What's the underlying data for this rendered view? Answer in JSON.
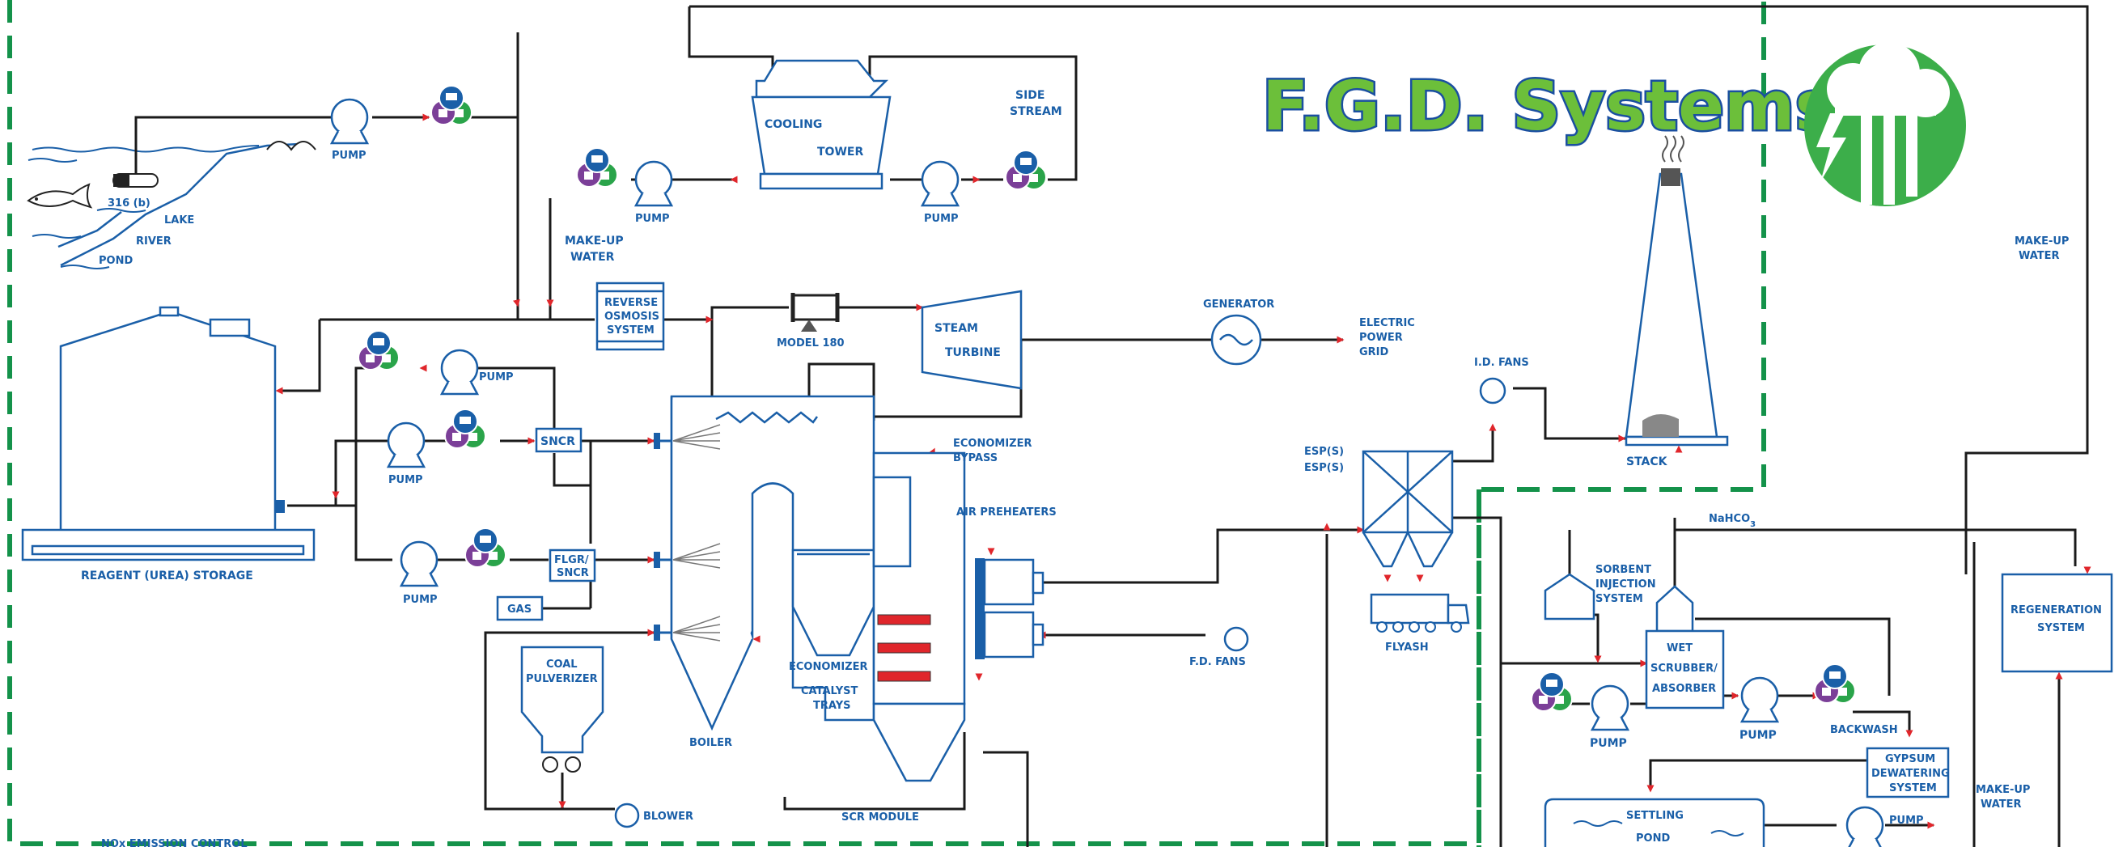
{
  "title": "F.G.D. Systems",
  "labels": {
    "pump": "PUMP",
    "lake": "LAKE",
    "river": "RIVER",
    "pond": "POND",
    "intake_316b": "316 (b)",
    "cooling": "COOLING",
    "tower": "TOWER",
    "side_stream_1": "SIDE",
    "side_stream_2": "STREAM",
    "makeup_water_1": "MAKE-UP",
    "makeup_water_2": "WATER",
    "ro_1": "REVERSE",
    "ro_2": "OSMOSIS",
    "ro_3": "SYSTEM",
    "model_180": "MODEL 180",
    "steam": "STEAM",
    "turbine": "TURBINE",
    "generator": "GENERATOR",
    "grid_1": "ELECTRIC",
    "grid_2": "POWER",
    "grid_3": "GRID",
    "id_fans": "I.D. FANS",
    "stack": "STACK",
    "reagent_storage": "REAGENT (UREA) STORAGE",
    "sncr": "SNCR",
    "flgr_1": "FLGR/",
    "flgr_2": "SNCR",
    "gas": "GAS",
    "economizer_bypass_1": "ECONOMIZER",
    "economizer_bypass_2": "BYPASS",
    "air_preheaters": "AIR PREHEATERS",
    "esp_1": "ESP(S)",
    "esp_2": "ESP(S)",
    "flyash": "FLYASH",
    "fd_fans": "F.D. FANS",
    "nahco3": "NaHCO",
    "nahco3_sub": "3",
    "sorbent_1": "SORBENT",
    "sorbent_2": "INJECTION",
    "sorbent_3": "SYSTEM",
    "wet": "WET",
    "scrubber": "SCRUBBER/",
    "absorber": "ABSORBER",
    "backwash": "BACKWASH",
    "gypsum_1": "GYPSUM",
    "gypsum_2": "DEWATERING",
    "gypsum_3": "SYSTEM",
    "settling": "SETTLING",
    "settling_pond": "POND",
    "regen_1": "REGENERATION",
    "regen_2": "SYSTEM",
    "coal_1": "COAL",
    "coal_2": "PULVERIZER",
    "blower": "BLOWER",
    "economizer": "ECONOMIZER",
    "catalyst_1": "CATALYST",
    "catalyst_2": "TRAYS",
    "boiler": "BOILER",
    "scr_module": "SCR MODULE",
    "nox_control": "NOx EMISSION CONTROL"
  },
  "colors": {
    "label_blue": "#1a5fa8",
    "title_green": "#6cbf3a",
    "zone_dash_green": "#14924a",
    "flow_arrow_red": "#e0262b",
    "pipe_black": "#1a1a1a",
    "chem_purple": "#7b3f98",
    "chem_green": "#2aa44a",
    "chem_blue": "#1a5fa8"
  },
  "icons": [
    "chemical-feed-icon",
    "factory-cloud-logo-icon",
    "fish-icon",
    "pump-icon",
    "generator-icon",
    "flow-arrow-icon"
  ]
}
